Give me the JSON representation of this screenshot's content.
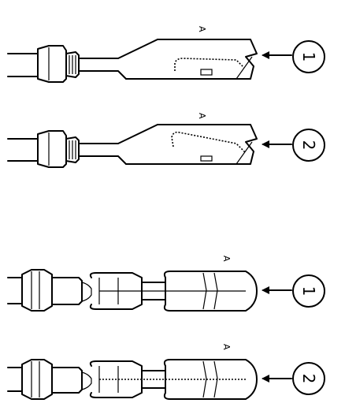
{
  "diagram": {
    "panels": [
      {
        "id": "flat-terminal-1",
        "callout": "1",
        "marker": "A"
      },
      {
        "id": "flat-terminal-2",
        "callout": "2",
        "marker": "A"
      },
      {
        "id": "round-terminal-1",
        "callout": "1",
        "marker": "A"
      },
      {
        "id": "round-terminal-2",
        "callout": "2",
        "marker": "A"
      }
    ]
  }
}
